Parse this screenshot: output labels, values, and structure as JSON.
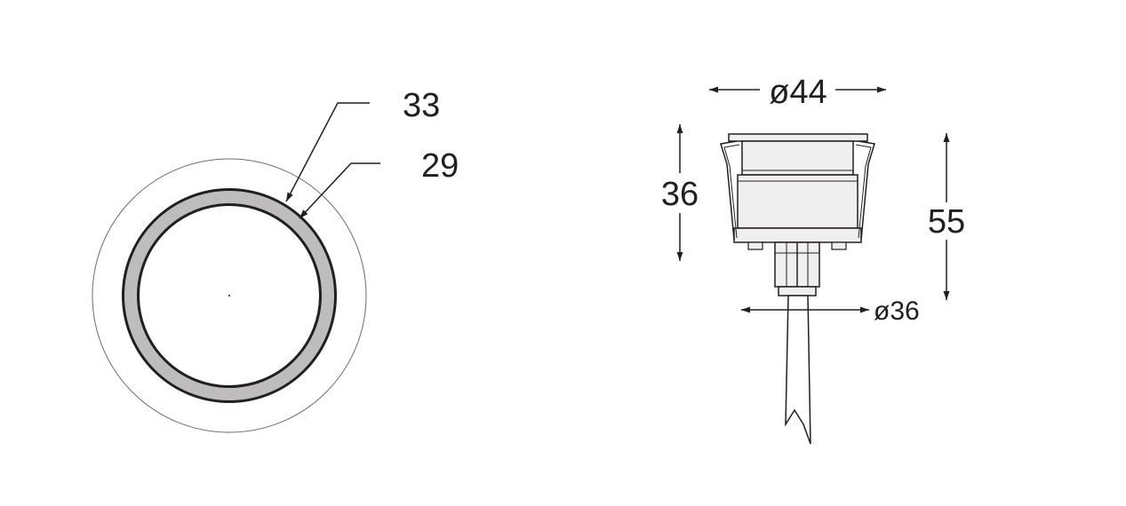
{
  "colors": {
    "line": "#231f20",
    "ring_fill": "#bdbdbd",
    "body_fill": "#efefef",
    "thin_outline": "#6d6d6d"
  },
  "front_view": {
    "outer_diameter_label": "33",
    "inner_diameter_label": "29"
  },
  "side_view": {
    "top_diameter_label": "ø44",
    "body_height_label": "36",
    "total_height_label": "55",
    "cutout_diameter_label": "ø36"
  }
}
